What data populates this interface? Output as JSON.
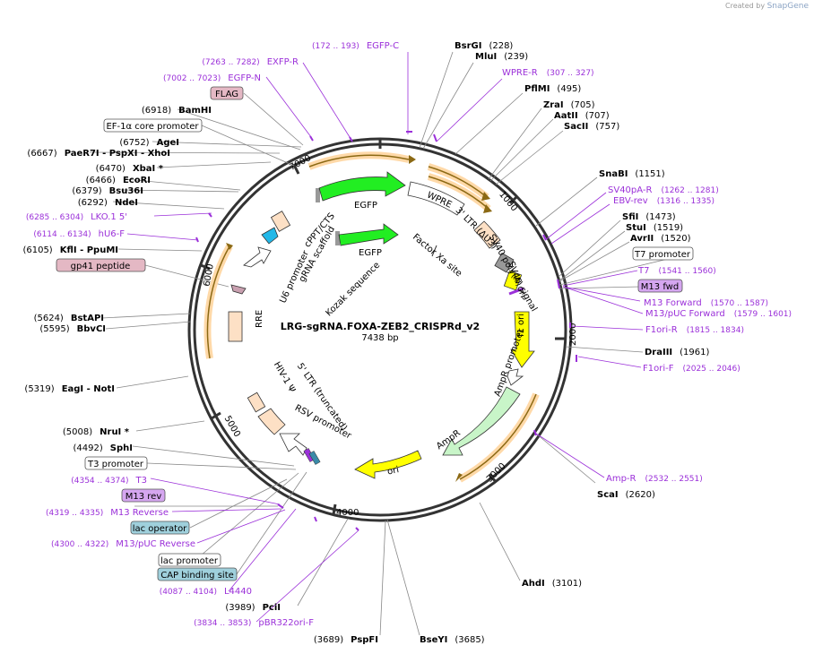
{
  "watermark": {
    "created_by": "Created by",
    "brand": "SnapGene"
  },
  "center": {
    "name": "LRG-sgRNA.FOXA-ZEB2_CRISPRd_v2",
    "length": "7438 bp"
  },
  "ticks": [
    {
      "label": "1000",
      "pos": 1000
    },
    {
      "label": "2000",
      "pos": 2000
    },
    {
      "label": "3000",
      "pos": 3000
    },
    {
      "label": "4000",
      "pos": 4000
    },
    {
      "label": "5000",
      "pos": 5000
    },
    {
      "label": "6000",
      "pos": 6000
    },
    {
      "label": "7000",
      "pos": 7000
    }
  ],
  "enzymes_right": [
    {
      "name": "BsrGI",
      "pos": "(228)"
    },
    {
      "name": "MluI",
      "pos": "(239)"
    },
    {
      "name": "PflMI",
      "pos": "(495)"
    },
    {
      "name": "ZraI",
      "pos": "(705)"
    },
    {
      "name": "AatII",
      "pos": "(707)"
    },
    {
      "name": "SacII",
      "pos": "(757)"
    },
    {
      "name": "SnaBI",
      "pos": "(1151)"
    },
    {
      "name": "SfiI",
      "pos": "(1473)"
    },
    {
      "name": "StuI",
      "pos": "(1519)"
    },
    {
      "name": "AvrII",
      "pos": "(1520)"
    },
    {
      "name": "DraIII",
      "pos": "(1961)"
    },
    {
      "name": "ScaI",
      "pos": "(2620)"
    },
    {
      "name": "AhdI",
      "pos": "(3101)"
    },
    {
      "name": "BseYI",
      "pos": "(3685)"
    }
  ],
  "enzymes_left": [
    {
      "name": "BamHI",
      "pos": "(6918)"
    },
    {
      "name": "AgeI",
      "pos": "(6752)"
    },
    {
      "name": "PaeR7I  - PspXI  - XhoI",
      "pos": "(6667)"
    },
    {
      "name": "XbaI *",
      "pos": "(6470)"
    },
    {
      "name": "EcoRI",
      "pos": "(6466)"
    },
    {
      "name": "Bsu36I",
      "pos": "(6379)"
    },
    {
      "name": "NdeI",
      "pos": "(6292)"
    },
    {
      "name": "KflI  - PpuMI",
      "pos": "(6105)"
    },
    {
      "name": "BstAPI",
      "pos": "(5624)"
    },
    {
      "name": "BbvCI",
      "pos": "(5595)"
    },
    {
      "name": "EagI  - NotI",
      "pos": "(5319)"
    },
    {
      "name": "NruI *",
      "pos": "(5008)"
    },
    {
      "name": "SphI",
      "pos": "(4492)"
    },
    {
      "name": "PciI",
      "pos": "(3989)"
    },
    {
      "name": "PspFI",
      "pos": "(3689)"
    }
  ],
  "primers_right": [
    {
      "range": "(172 .. 193)",
      "name": "EGFP-C"
    },
    {
      "range": "(307 .. 327)",
      "name": "WPRE-R"
    },
    {
      "range": "(1262 .. 1281)",
      "name": "SV40pA-R"
    },
    {
      "range": "(1316 .. 1335)",
      "name": "EBV-rev"
    },
    {
      "range": "(1541 .. 1560)",
      "name": "T7"
    },
    {
      "range": "(1570 .. 1587)",
      "name": "M13 Forward"
    },
    {
      "range": "(1579 .. 1601)",
      "name": "M13/pUC Forward"
    },
    {
      "range": "(1815 .. 1834)",
      "name": "F1ori-R"
    },
    {
      "range": "(2025 .. 2046)",
      "name": "F1ori-F"
    },
    {
      "range": "(2532 .. 2551)",
      "name": "Amp-R"
    }
  ],
  "primers_left": [
    {
      "range": "(7263 .. 7282)",
      "name": "EXFP-R"
    },
    {
      "range": "(7002 .. 7023)",
      "name": "EGFP-N"
    },
    {
      "range": "(6285 .. 6304)",
      "name": "LKO.1 5'"
    },
    {
      "range": "(6114 .. 6134)",
      "name": "hU6-F"
    },
    {
      "range": "(4354 .. 4374)",
      "name": "T3"
    },
    {
      "range": "(4319 .. 4335)",
      "name": "M13 Reverse"
    },
    {
      "range": "(4300 .. 4322)",
      "name": "M13/pUC Reverse"
    },
    {
      "range": "(4087 .. 4104)",
      "name": "L4440"
    },
    {
      "range": "(3834 .. 3853)",
      "name": "pBR322ori-F"
    }
  ],
  "boxed_labels": {
    "flag": "FLAG",
    "ef1a": "EF-1α core promoter",
    "gp41": "gp41 peptide",
    "t7_promoter": "T7 promoter",
    "m13_fwd": "M13 fwd",
    "t3_promoter": "T3 promoter",
    "m13_rev": "M13 rev",
    "lac_operator": "lac operator",
    "lac_promoter": "lac promoter",
    "cap_site": "CAP binding site"
  },
  "features": {
    "egfp_outer": "EGFP",
    "egfp_inner": "EGFP",
    "wpre": "WPRE",
    "ltr3": "3' LTR (ΔU3)",
    "sv40polya": "SV40 poly(A) signal",
    "sv40ori": "SV40 ori",
    "f1ori": "f1 ori",
    "ampr_promoter": "AmpR promoter",
    "ampr": "AmpR",
    "ori": "ori",
    "rsv": "RSV promoter",
    "ltr5": "5' LTR (truncated)",
    "hiv_psi": "HIV-1 Ψ",
    "rre": "RRE",
    "u6": "U6 promoter",
    "grna": "gRNA scaffold",
    "cppt": "cPPT/CTS",
    "kozak": "Kozak sequence",
    "factor_xa": "Factor Xa site"
  },
  "colors": {
    "backbone": "#333333",
    "enzyme": "#000000",
    "primer": "#9b30d9",
    "egfp": "#22ee22",
    "f1ori": "#ffff00",
    "ampr": "#c8f5c8",
    "rre": "#fde0c5",
    "boxed_pink": "#e4b8c4",
    "boxed_purple": "#d5a6f0",
    "boxed_blue": "#9fd0dc",
    "sv40ori": "#999999",
    "u6_arrow": "#22b8e8"
  }
}
